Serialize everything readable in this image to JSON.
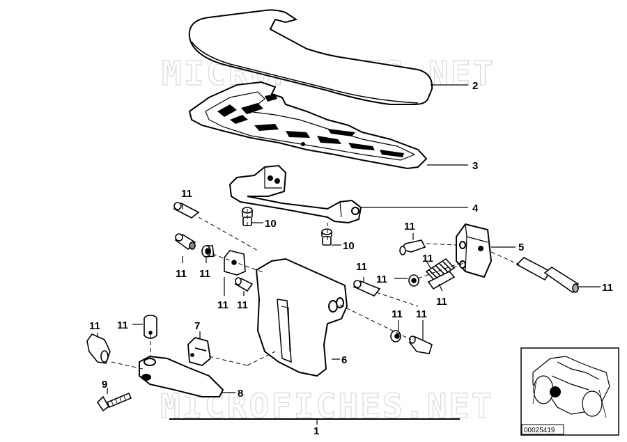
{
  "watermark": "MICROFICHES.NET",
  "callouts": {
    "c1": "1",
    "c2": "2",
    "c3": "3",
    "c4": "4",
    "c5": "5",
    "c6": "6",
    "c7": "7",
    "c8": "8",
    "c9": "9",
    "c10a": "10",
    "c10b": "10",
    "c11": "11"
  },
  "inset": {
    "part_number": "00025419"
  }
}
